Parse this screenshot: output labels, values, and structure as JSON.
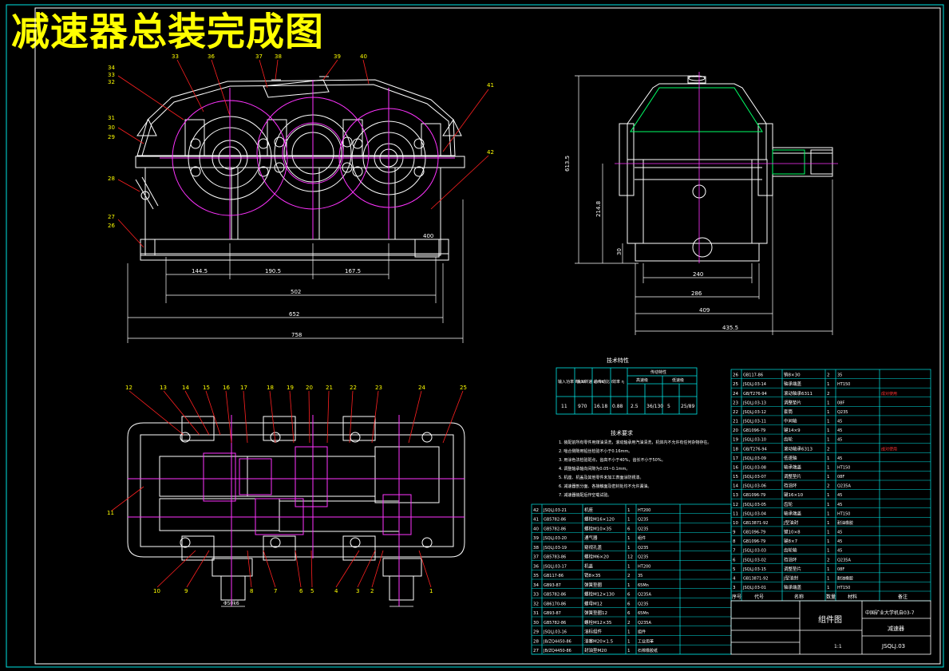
{
  "title": "减速器总装完成图",
  "front_view": {
    "part_labels_top": [
      "33",
      "36",
      "37",
      "38",
      "39",
      "40"
    ],
    "part_labels_left": [
      "34",
      "33",
      "32",
      "31",
      "30",
      "29",
      "28",
      "27",
      "26"
    ],
    "part_labels_right": [
      "41",
      "42"
    ],
    "dims": {
      "d1": "144.5",
      "d2": "190.5",
      "d3": "167.5",
      "d4": "502",
      "d5": "652",
      "d6": "758",
      "d7": "400"
    }
  },
  "side_view": {
    "dims": {
      "height": "613.5",
      "center": "214.8",
      "small": "30",
      "w1": "240",
      "w2": "286",
      "w3": "409",
      "w4": "435.5"
    }
  },
  "plan_view": {
    "labels_top": [
      "12",
      "13",
      "14",
      "15",
      "16",
      "17",
      "18",
      "19",
      "20",
      "21",
      "22",
      "23",
      "24",
      "25"
    ],
    "labels_bottom": [
      "10",
      "9",
      "8",
      "7",
      "6",
      "5",
      "4",
      "3",
      "2",
      "1"
    ],
    "label_left": "11",
    "dim_bottom": "Φ50k6"
  },
  "tech_params": {
    "heading": "技术特性",
    "headers": [
      "输入功率 P/kW",
      "输入转速 r/min",
      "总传动比 i",
      "效率 η",
      "传动特性"
    ],
    "sub_headers": [
      "高速级",
      "低速级"
    ],
    "values": [
      "11",
      "970",
      "16.18",
      "0.88",
      "2.5",
      "36/130",
      "5",
      "25/89"
    ]
  },
  "tech_requirements": {
    "heading": "技术要求",
    "items": [
      "1. 装配前所有零件用煤油清洗，滚动轴承用汽油清洗，机体内不允许有任何杂物存在。",
      "2. 啮合侧隙用铅丝检验不小于0.16mm。",
      "3. 用涂色法检验斑点，齿高不小于40%，齿长不小于50%。",
      "4. 调整轴承轴向间隙为0.05~0.1mm。",
      "5. 机座、机盖及其他零件未加工表面涂防锈漆。",
      "6. 减速器剖分面、各接触面及密封处均不允许漏油。",
      "7. 减速器装配后作空载试验。"
    ]
  },
  "bom_left": [
    [
      "42",
      "JSQLJ.03-21",
      "机座",
      "1",
      "HT200",
      ""
    ],
    [
      "41",
      "GB5782-86",
      "螺栓M16×120",
      "1",
      "Q235",
      ""
    ],
    [
      "40",
      "GB5782-86",
      "螺栓M10×35",
      "6",
      "Q235",
      ""
    ],
    [
      "39",
      "JSQLJ.03-20",
      "通气器",
      "1",
      "组件",
      ""
    ],
    [
      "38",
      "JSQLJ.03-19",
      "窥视孔盖",
      "1",
      "Q235",
      ""
    ],
    [
      "37",
      "GB5783-86",
      "螺栓M6×20",
      "12",
      "Q235",
      ""
    ],
    [
      "36",
      "JSQLJ.03-17",
      "机盖",
      "1",
      "HT200",
      ""
    ],
    [
      "35",
      "GB117-86",
      "销8×35",
      "2",
      "35",
      ""
    ],
    [
      "34",
      "GB93-87",
      "弹簧垫圈",
      "1",
      "65Mn",
      ""
    ],
    [
      "33",
      "GB5782-86",
      "螺栓M12×130",
      "6",
      "Q235A",
      ""
    ],
    [
      "32",
      "GB6170-86",
      "螺母M12",
      "6",
      "Q235",
      ""
    ],
    [
      "31",
      "GB93-87",
      "弹簧垫圈12",
      "6",
      "65Mn",
      ""
    ],
    [
      "30",
      "GB5782-86",
      "螺栓M12×35",
      "2",
      "Q235A",
      ""
    ],
    [
      "29",
      "JSQLJ.03-16",
      "油标组件",
      "1",
      "组件",
      ""
    ],
    [
      "28",
      "JB/ZQ4450-86",
      "油塞M20×1.5",
      "1",
      "工业用革",
      ""
    ],
    [
      "27",
      "JB/ZQ4450-86",
      "封油垫M20",
      "1",
      "石棉橡胶纸",
      ""
    ]
  ],
  "bom_right": [
    [
      "26",
      "GB117-86",
      "销8×30",
      "2",
      "35",
      ""
    ],
    [
      "25",
      "JSQLJ.03-14",
      "轴承端盖",
      "1",
      "HT150",
      ""
    ],
    [
      "24",
      "GB/T276-94",
      "滚动轴承6311",
      "2",
      "",
      "成对使用"
    ],
    [
      "23",
      "JSQLJ.03-13",
      "调整垫片",
      "1",
      "08F",
      ""
    ],
    [
      "22",
      "JSQLJ.03-12",
      "套筒",
      "1",
      "Q235",
      ""
    ],
    [
      "21",
      "JSQLJ.03-11",
      "中间轴",
      "1",
      "45",
      ""
    ],
    [
      "20",
      "GB1096-79",
      "键14×9",
      "1",
      "45",
      ""
    ],
    [
      "19",
      "JSQLJ.03-10",
      "齿轮",
      "1",
      "45",
      ""
    ],
    [
      "18",
      "GB/T276-94",
      "滚动轴承6313",
      "2",
      "",
      "成对使用"
    ],
    [
      "17",
      "JSQLJ.03-09",
      "低速轴",
      "1",
      "45",
      ""
    ],
    [
      "16",
      "JSQLJ.03-08",
      "轴承端盖",
      "1",
      "HT150",
      ""
    ],
    [
      "15",
      "JSQLJ.03-07",
      "调整垫片",
      "1",
      "08F",
      ""
    ],
    [
      "14",
      "JSQLJ.03-06",
      "挡油环",
      "2",
      "Q235A",
      ""
    ],
    [
      "13",
      "GB1096-79",
      "键16×10",
      "1",
      "45",
      ""
    ],
    [
      "12",
      "JSQLJ.03-05",
      "齿轮",
      "1",
      "45",
      ""
    ],
    [
      "11",
      "JSQLJ.03-04",
      "轴承端盖",
      "1",
      "HT150",
      ""
    ],
    [
      "10",
      "GB13871-92",
      "J型油封",
      "1",
      "耐油橡胶",
      ""
    ],
    [
      "9",
      "GB1096-79",
      "键10×8",
      "1",
      "45",
      ""
    ],
    [
      "8",
      "GB1096-79",
      "键8×7",
      "1",
      "45",
      ""
    ],
    [
      "7",
      "JSQLJ.03-03",
      "齿轮轴",
      "1",
      "45",
      ""
    ],
    [
      "6",
      "JSQLJ.03-02",
      "挡油环",
      "2",
      "Q235A",
      ""
    ],
    [
      "5",
      "JSQLJ.03-15",
      "调整垫片",
      "1",
      "08F",
      ""
    ],
    [
      "4",
      "GB13871-92",
      "J型油封",
      "1",
      "耐油橡胶",
      ""
    ],
    [
      "3",
      "JSQLJ.03-01",
      "轴承端盖",
      "1",
      "HT150",
      ""
    ]
  ],
  "bom_header": [
    "序号",
    "代号",
    "名称",
    "数量",
    "材料",
    "备注"
  ],
  "title_block": {
    "drawing_type": "组件图",
    "org": "中国矿业大学机自03-7",
    "name": "减速器",
    "code": "JSQLJ.03",
    "scale": "1:1"
  }
}
